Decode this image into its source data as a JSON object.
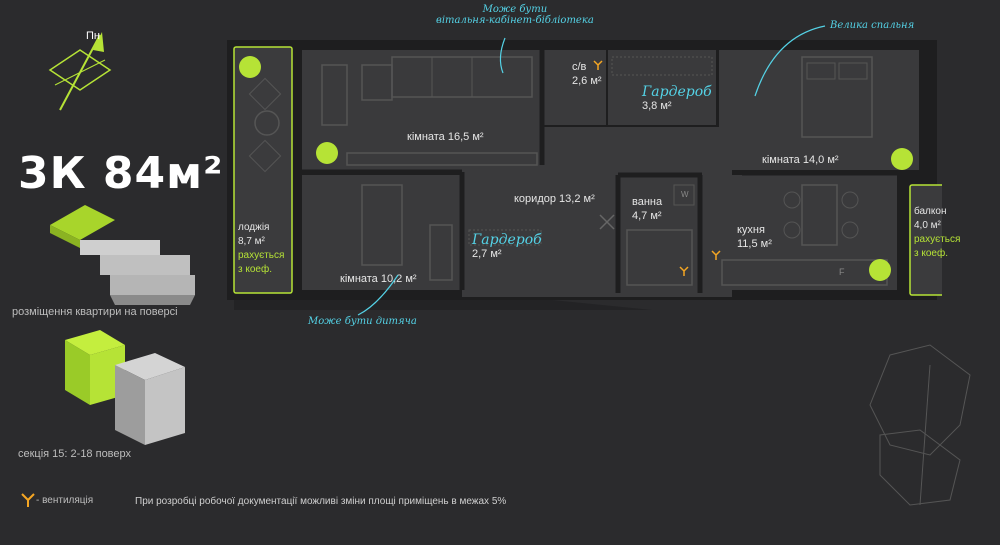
{
  "title": "3К 84м²",
  "compass_label": "Пн",
  "floor_caption": "розміщення квартири на поверсі",
  "section_caption": "секція 15: 2-18 поверх",
  "legend_ventilation": "- вентиляція",
  "footer_note": "При розробці робочої документації можливі зміни площі приміщень в межах 5%",
  "notes": {
    "living_room_note_line1": "Може бути",
    "living_room_note_line2": "вітальня-кабінет-бібліотека",
    "bedroom_note": "Велика спальня",
    "kids_note": "Може бути дитяча"
  },
  "rooms": {
    "room_16": {
      "name": "кімната",
      "area": "16,5 м²"
    },
    "room_14": {
      "name": "кімната",
      "area": "14,0 м²"
    },
    "room_10": {
      "name": "кімната",
      "area": "10,2 м²"
    },
    "corridor": {
      "name": "коридор",
      "area": "13,2 м²"
    },
    "bathroom": {
      "name": "ванна",
      "area": "4,7 м²"
    },
    "kitchen": {
      "name": "кухня",
      "area": "11,5 м²"
    },
    "wc": {
      "name": "с/в",
      "area": "2,6 м²"
    },
    "wardrobe_1": {
      "name": "Гардероб",
      "area": "3,8 м²"
    },
    "wardrobe_2": {
      "name": "Гардероб",
      "area": "2,7 м²"
    },
    "loggia": {
      "name": "лоджія",
      "area": "8,7 м²",
      "coef_line1": "рахується",
      "coef_line2": "з коеф."
    },
    "balcony": {
      "name": "балкон",
      "area": "4,0 м²",
      "coef_line1": "рахується",
      "coef_line2": "з коеф."
    }
  },
  "appliance_letters": {
    "washer": "W",
    "fridge": "F"
  },
  "colors": {
    "accent": "#b6e336",
    "cyan": "#54d2e6",
    "ventilation": "#f5a623",
    "background": "#2b2b2d"
  }
}
